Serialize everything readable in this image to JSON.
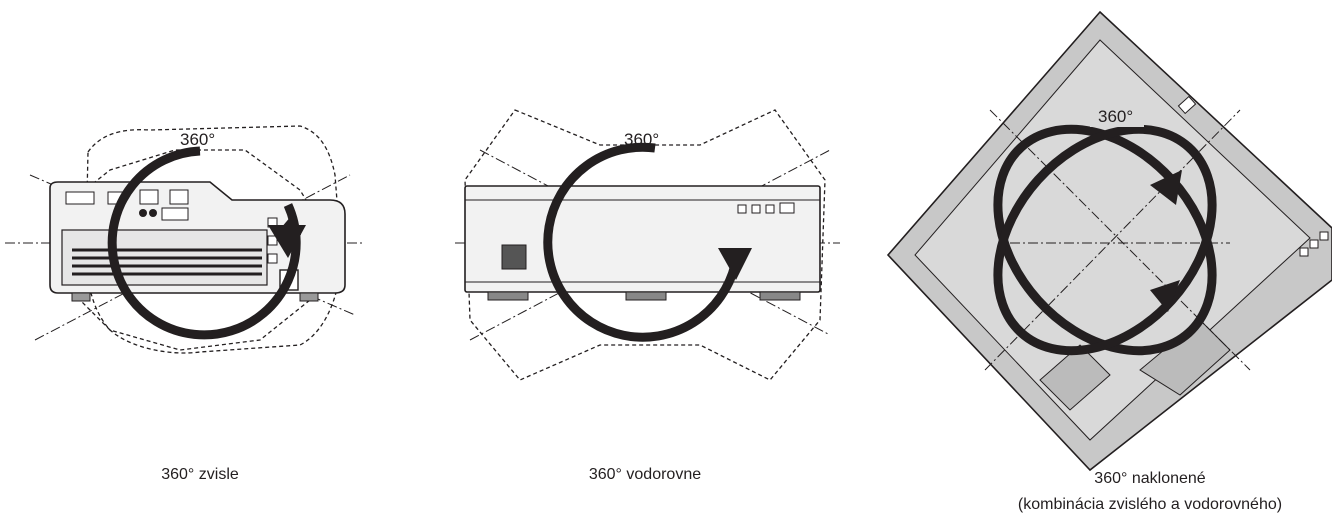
{
  "panels": [
    {
      "id": "vertical",
      "rotation_label": "360°",
      "caption": "360° zvisle"
    },
    {
      "id": "horizontal",
      "rotation_label": "360°",
      "caption": "360° vodorovne"
    },
    {
      "id": "tilted",
      "rotation_label": "360°",
      "caption_line1": "360° naklonené",
      "caption_line2": "(kombinácia zvislého a vodorovného)"
    }
  ],
  "colors": {
    "line": "#231f20",
    "body_fill": "#f2f2f2",
    "tilted_fill": "#c8c8c8"
  }
}
